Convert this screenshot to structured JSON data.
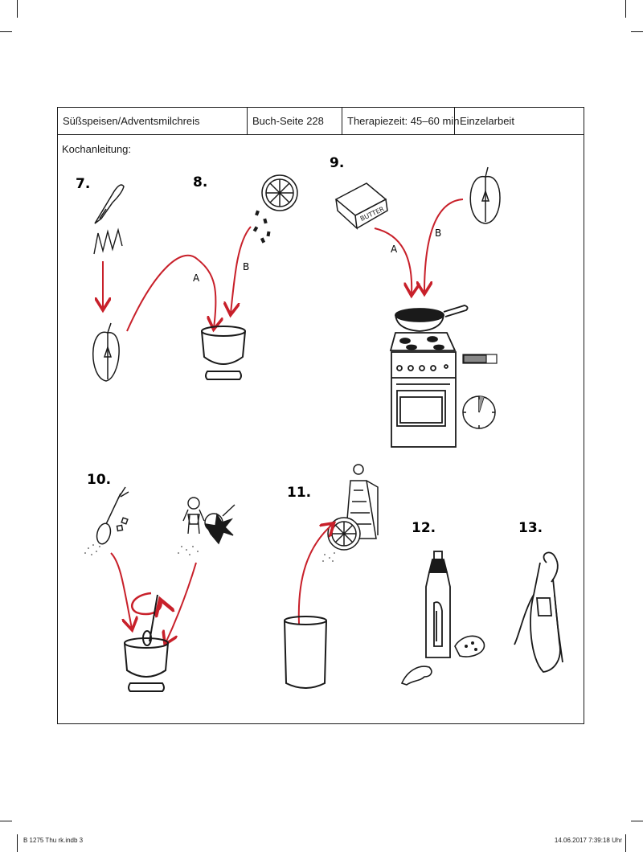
{
  "header": {
    "category": "Süßspeisen/Adventsmilchreis",
    "page_ref": "Buch-Seite 228",
    "therapy_time": "Therapiezeit: 45–60 min",
    "mode": "Einzelarbeit"
  },
  "subtitle": "Kochanleitung:",
  "steps": {
    "s7": "7.",
    "s8": "8.",
    "s9": "9.",
    "s10": "10.",
    "s11": "11.",
    "s12": "12.",
    "s13": "13."
  },
  "arrows": {
    "s8_a": "A",
    "s8_b": "B",
    "s9_a": "A",
    "s9_b": "B"
  },
  "butter_label": "BUTTER",
  "footer": {
    "left": "B 1275 Thu rk.indb   3",
    "right": "14.06.2017   7:39:18 Uhr"
  },
  "colors": {
    "arrow": "#c8202a",
    "line": "#1a1a1a"
  }
}
